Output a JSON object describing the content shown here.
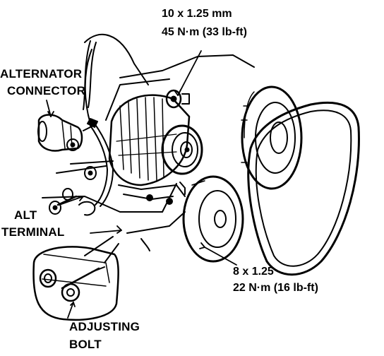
{
  "labels": {
    "alternator_connector_line1": "ALTERNATOR",
    "alternator_connector_line2": "CONNECTOR",
    "alt_terminal_line1": "ALT",
    "alt_terminal_line2": "TERMINAL",
    "adjusting_bolt_line1": "ADJUSTING",
    "adjusting_bolt_line2": "BOLT"
  },
  "torque_specs": {
    "upper_bolt_size": "10 x 1.25 mm",
    "upper_bolt_torque": "45 N·m (33 lb-ft)",
    "lower_bolt_size": "8 x 1.25",
    "lower_bolt_torque": "22 N·m (16 lb-ft)"
  },
  "colors": {
    "ink": "#000000",
    "paper": "#ffffff"
  }
}
